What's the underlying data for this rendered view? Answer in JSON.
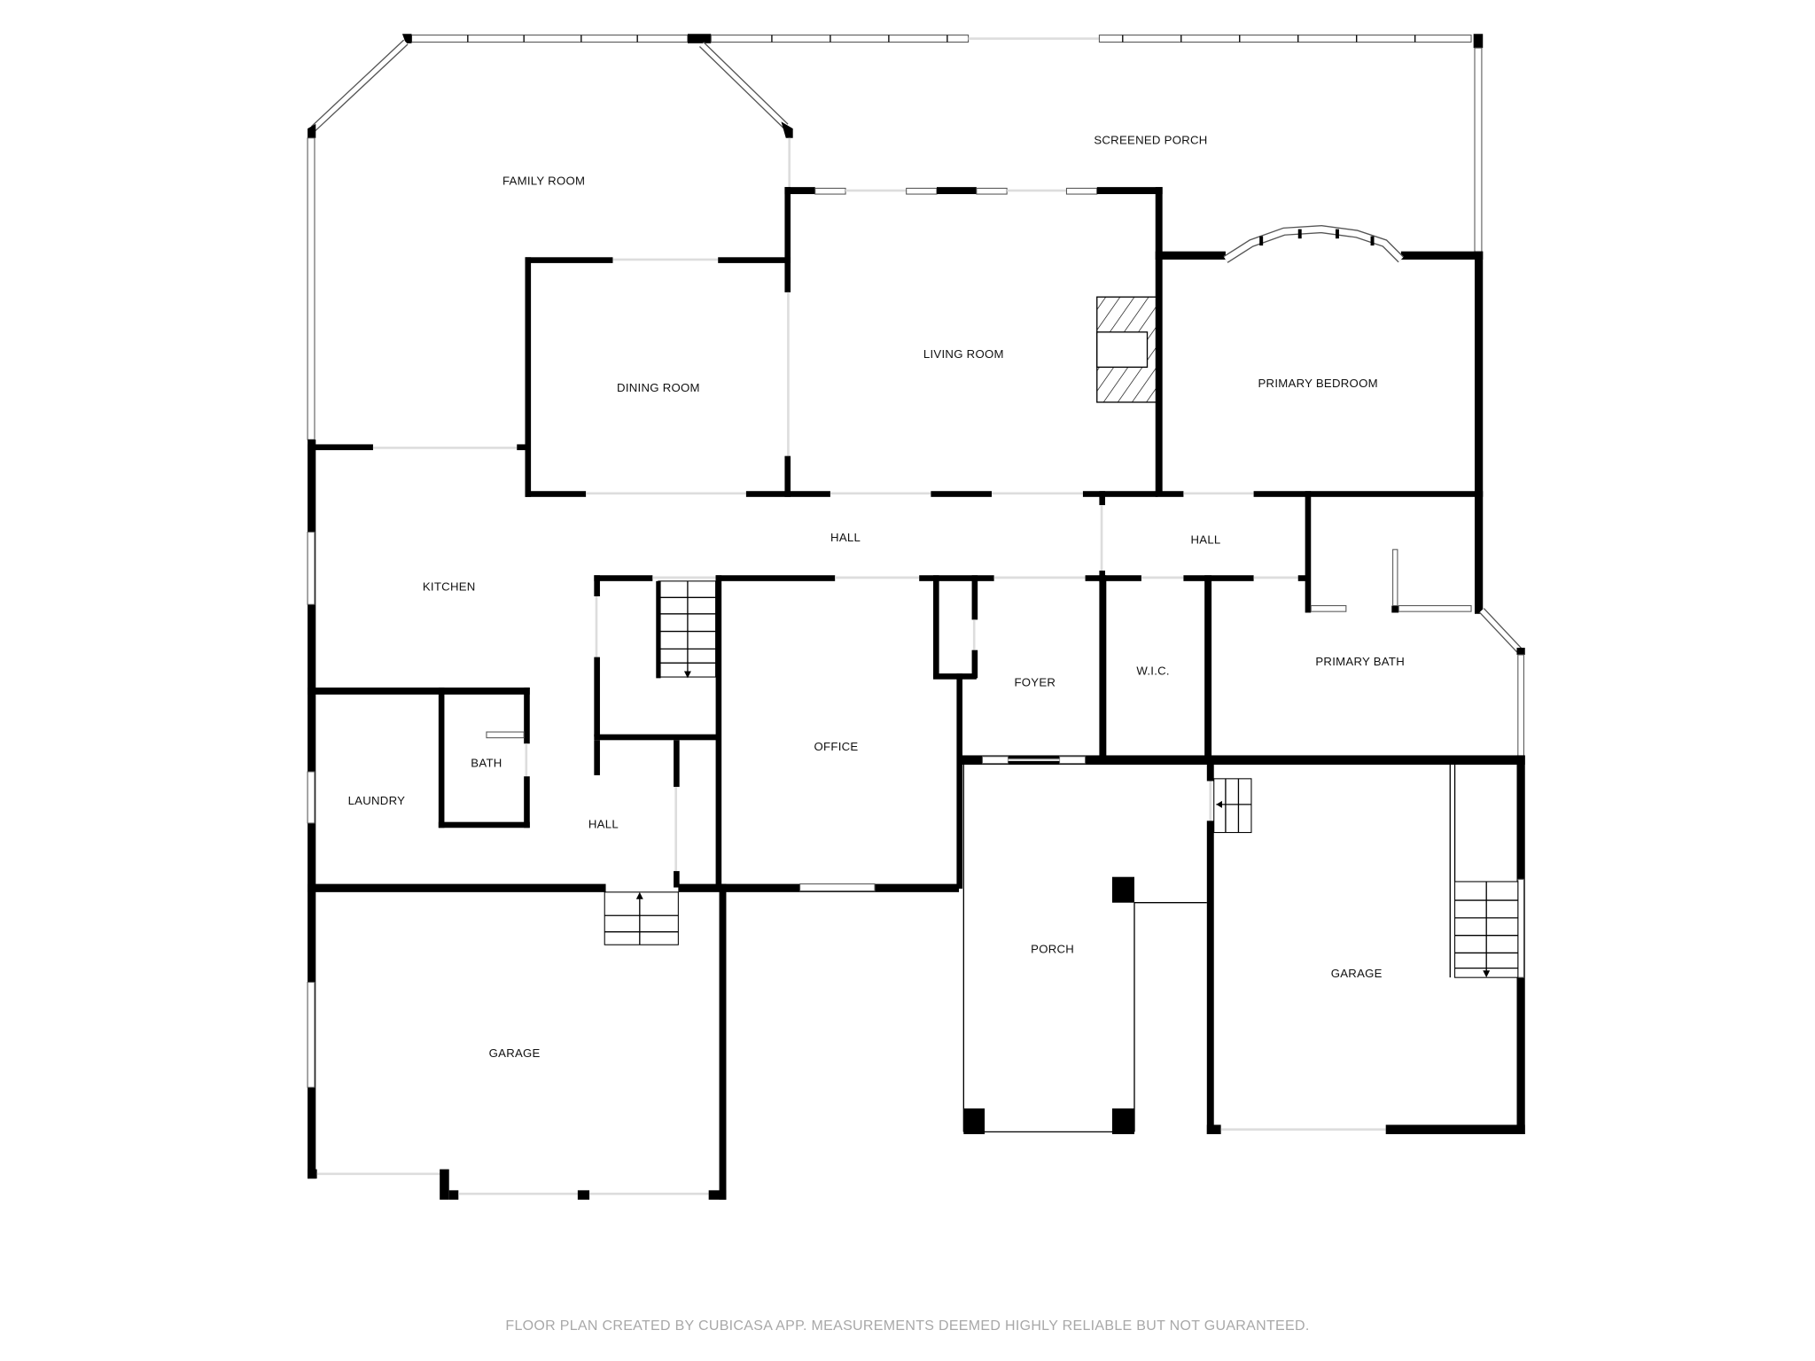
{
  "rooms": {
    "family_room": "FAMILY ROOM",
    "screened_porch": "SCREENED PORCH",
    "dining_room": "DINING ROOM",
    "living_room": "LIVING ROOM",
    "primary_bedroom": "PRIMARY BEDROOM",
    "hall_main": "HALL",
    "hall_primary": "HALL",
    "kitchen": "KITCHEN",
    "foyer": "FOYER",
    "wic": "W.I.C.",
    "primary_bath": "PRIMARY BATH",
    "office": "OFFICE",
    "bath": "BATH",
    "laundry": "LAUNDRY",
    "hall_rear": "HALL",
    "porch": "PORCH",
    "garage_left": "GARAGE",
    "garage_right": "GARAGE"
  },
  "footer": {
    "disclaimer": "FLOOR PLAN CREATED BY CUBICASA APP. MEASUREMENTS DEEMED HIGHLY RELIABLE BUT NOT GUARANTEED."
  }
}
